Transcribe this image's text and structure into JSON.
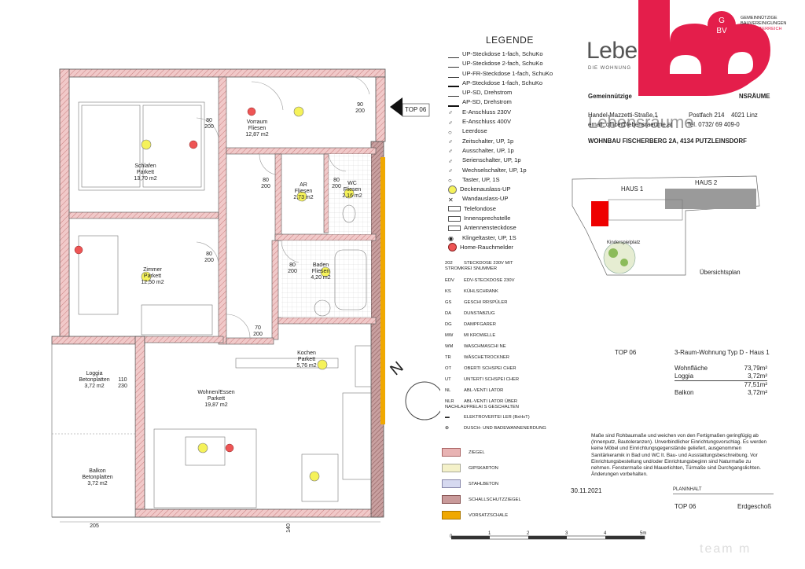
{
  "plan": {
    "top_label": "TOP 06",
    "north": "N",
    "rooms": [
      {
        "name": "Schlafen",
        "floor": "Parkett",
        "area": "13,70 m2"
      },
      {
        "name": "Zimmer",
        "floor": "Parkett",
        "area": "12,50 m2"
      },
      {
        "name": "Vorraum",
        "floor": "Fliesen",
        "area": "12,87 m2"
      },
      {
        "name": "AR",
        "floor": "Fliesen",
        "area": "2,73 m2"
      },
      {
        "name": "WC",
        "floor": "Fliesen",
        "area": "2,16 m2"
      },
      {
        "name": "Baden",
        "floor": "Fliesen",
        "area": "4,20 m2"
      },
      {
        "name": "Kochen",
        "floor": "Parkett",
        "area": "5,76 m2"
      },
      {
        "name": "Wohnen/Essen",
        "floor": "Parkett",
        "area": "19,87 m2"
      },
      {
        "name": "Loggia",
        "floor": "Betonplatten",
        "area": "3,72 m2"
      },
      {
        "name": "Balkon",
        "floor": "Betonplatten",
        "area": "3,72 m2"
      }
    ],
    "doors": [
      {
        "w": "80",
        "h": "200"
      },
      {
        "w": "80",
        "h": "200"
      },
      {
        "w": "90",
        "h": "200"
      },
      {
        "w": "80",
        "h": "200"
      },
      {
        "w": "80",
        "h": "200"
      },
      {
        "w": "80",
        "h": "200"
      },
      {
        "w": "70",
        "h": "200"
      },
      {
        "w": "110",
        "h": "230"
      }
    ],
    "bottom_dims": [
      "205",
      "140"
    ]
  },
  "legend": {
    "title": "LEGENDE",
    "items": [
      "UP-Steckdose 1-fach, SchuKo",
      "UP-Steckdose 2-fach, SchuKo",
      "UP-FR-Steckdose 1-fach, SchuKo",
      "AP-Steckdose 1-fach, SchuKo",
      "UP-SD, Drehstrom",
      "AP-SD, Drehstrom",
      "E-Anschluss 230V",
      "E-Anschluss 400V",
      "Leerdose",
      "Zeitschalter, UP, 1p",
      "Ausschalter, UP, 1p",
      "Serienschalter, UP, 1p",
      "Wechselschalter, UP, 1p",
      "Taster, UP, 1S",
      "Deckenauslass-UP",
      "Wandauslass-UP",
      "Telefondose",
      "Innensprechstelle",
      "Antennensteckdose",
      "Klingeltaster, UP, 1S",
      "Home-Rauchmelder"
    ],
    "codes": [
      {
        "code": "202",
        "text": "STECKDOSE 230V MIT\nSTROMKREI SNUMMER"
      },
      {
        "code": "EDV",
        "text": "EDV-STECKDOSE 230V"
      },
      {
        "code": "KS",
        "text": "KÜHLSCHRANK"
      },
      {
        "code": "GS",
        "text": "GESCHI RRSPÜLER"
      },
      {
        "code": "DA",
        "text": "DUNSTABZUG"
      },
      {
        "code": "DG",
        "text": "DAMPFGARER"
      },
      {
        "code": "MW",
        "text": "MI KROWELLE"
      },
      {
        "code": "WM",
        "text": "WASCHMASCHI NE"
      },
      {
        "code": "TR",
        "text": "WÄSCHETROCKNER"
      },
      {
        "code": "OT",
        "text": "OBERTI SCHSPEI CHER"
      },
      {
        "code": "UT",
        "text": "UNTERTI SCHSPEI CHER"
      },
      {
        "code": "NL",
        "text": "ABL-VENTI LATOR"
      },
      {
        "code": "NLR",
        "text": "ABL-VENTI LATOR ÜBER\nNACHLAUFRELAI S GESCHALTEN"
      },
      {
        "code": "",
        "text": "ELEKTROVERTEI LER (BxHxT)"
      },
      {
        "code": "",
        "text": "DUSCH- UND BADEWANNENERDUNG"
      }
    ],
    "materials": [
      {
        "name": "ZIEGEL",
        "color": "#e8b3b3"
      },
      {
        "name": "GIPSKARTON",
        "color": "#f4f1c9"
      },
      {
        "name": "STAHLBETON",
        "color": "#d6d9f0"
      },
      {
        "name": "SCHALLSCHUTZZIEGEL",
        "color": "#c99a9a"
      },
      {
        "name": "VORSATZSCHALE",
        "color": "#f0a800"
      }
    ]
  },
  "header": {
    "logo_text": "Lebensräume",
    "logo_sub": "DIE WOHNUNG",
    "logo_overlay": "Lebensräume",
    "brand_color": "#e41e4b",
    "gbv_lines": [
      "GEMEINNÜTZIGE",
      "BAUVEREINIGUNGEN",
      "OBERÖSTERREICH"
    ],
    "company_line": "Gemeinnützige",
    "company_suffix": "NSRÄUME",
    "address_line": "Handel-Mazzetti-Straße 1",
    "address_box": "Postfach 214",
    "address_city": "4021 Linz",
    "email_line": "email: office@lebensraeume.at",
    "email_tel": "Tel. 0732/ 69 409-0",
    "project_line": "WOHNBAU  FISCHERBERG 2A, 4134 PUTZLEINSDORF"
  },
  "site": {
    "haus1": "HAUS 1",
    "haus2": "HAUS 2",
    "playground": "Kinderspielplatz",
    "title": "Übersichtsplan"
  },
  "info": {
    "top": "TOP 06",
    "type": "3-Raum-Wohnung Typ D - Haus 1",
    "rows": [
      {
        "label": "Wohnfläche",
        "value": "73,79m²"
      },
      {
        "label": "Loggia",
        "value": "3,72m²"
      },
      {
        "label": "",
        "value": "77,51m²"
      },
      {
        "label": "Balkon",
        "value": "3,72m²"
      }
    ],
    "disclaimer": "Maße sind Rohbaumaße und weichen von den Fertigmaßen geringfügig ab (Innenputz, Bautoleranzen). Unverbindlicher Einrichtungsvorschlag. Es werden keine Möbel und Einrichtungsgegenstände geliefert, ausgenommen Sanitärkeramik in Bad und WC lt. Bau- und Ausstattungsbeschreibung. Vor Einrichtungsbestellung und/oder Einrichtungsbeginn sind Naturmaße zu nehmen. Fenstermaße sind Mauerlichten, Türmaße sind Durchgangslichten. Änderungen vorbehalten.",
    "date": "30.11.2021",
    "planinhalt_label": "PLANINHALT",
    "planinhalt_top": "TOP 06",
    "planinhalt_floor": "Erdgeschoß",
    "scale_labels": [
      "1",
      "2",
      "3",
      "4",
      "5m"
    ],
    "scale_start": "0",
    "watermark": "team m"
  }
}
